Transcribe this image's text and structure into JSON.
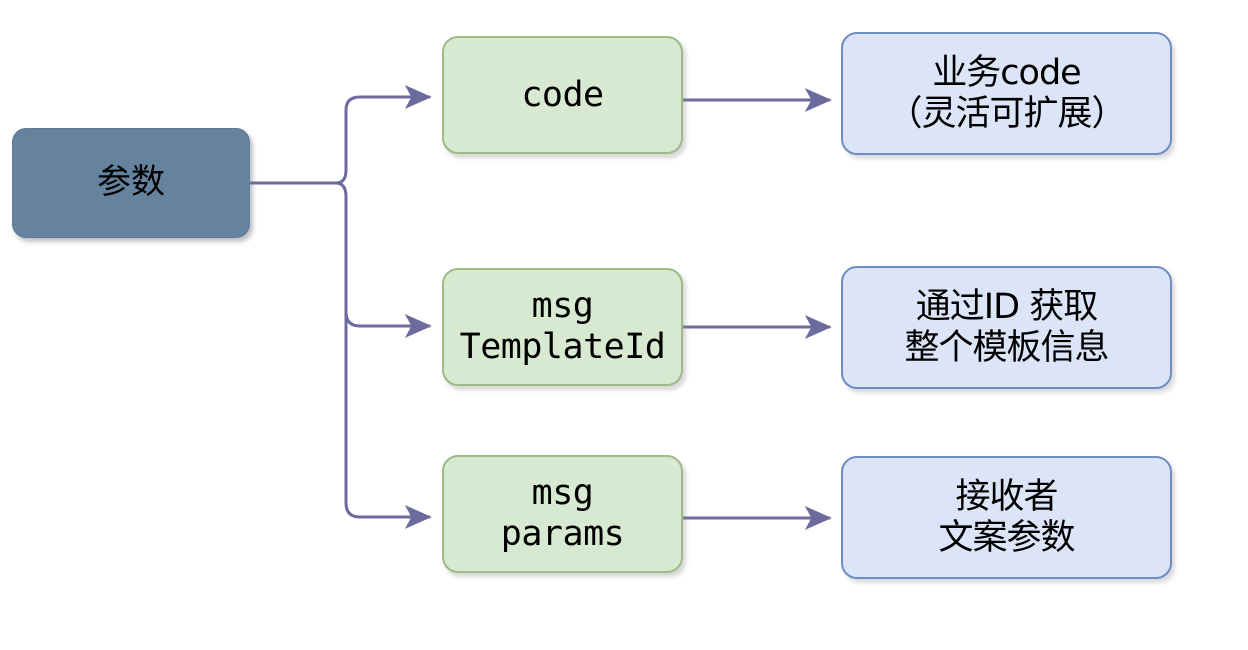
{
  "diagram": {
    "type": "tree-flowchart",
    "title": "参数 structure",
    "colors": {
      "root_fill": "#65829f",
      "root_border": "#5d7b98",
      "green_fill": "#d8e9d2",
      "green_border": "#9cbb86",
      "blue_fill": "#dce5f7",
      "blue_border": "#6f8dc4",
      "edge": "#6d6a9e",
      "text": "#000000",
      "background": "#ffffff"
    },
    "root": {
      "label": "参数"
    },
    "branches": [
      {
        "key": "code",
        "field": {
          "line1": "code",
          "line2": ""
        },
        "description": {
          "line1": "业务code",
          "line2": "（灵活可扩展）"
        }
      },
      {
        "key": "msg-template-id",
        "field": {
          "line1": "msg",
          "line2": "TemplateId"
        },
        "description": {
          "line1": "通过ID 获取",
          "line2": "整个模板信息"
        }
      },
      {
        "key": "msg-params",
        "field": {
          "line1": "msg",
          "line2": "params"
        },
        "description": {
          "line1": "接收者",
          "line2": "文案参数"
        }
      }
    ]
  }
}
